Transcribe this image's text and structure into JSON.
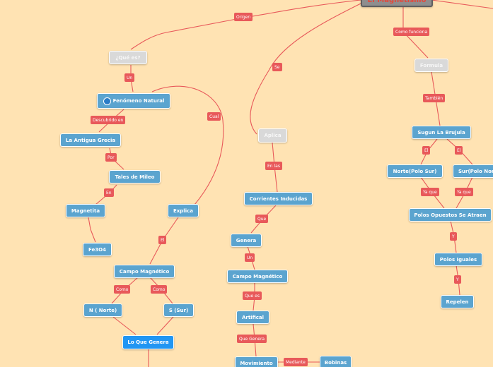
{
  "root": "El Magnetismo",
  "nodes": {
    "que_es": "¿Qué es?",
    "fenomeno": "Fenómeno Natural",
    "antigua_grecia": "La Antigua Grecia",
    "tales": "Tales de Mileo",
    "magnetita": "Magnetita",
    "fe3o4": "Fe3O4",
    "explica": "Explica",
    "campo_magnetico": "Campo Magnético",
    "n_norte": "N ( Norte)",
    "s_sur": "S (Sur)",
    "lo_que_genera": "Lo Que Genera",
    "aplica": "Aplica",
    "corrientes": "Corrientes Inducidas",
    "genera": "Genera",
    "campo_magnetico_2": "Campo Magnético",
    "artifical": "Artifical",
    "movimiento": "Movimiento",
    "bobinas": "Bobinas",
    "formula": "Formula",
    "segun": "Sugun La Brujula",
    "norte_polo": "Norte(Polo Sur)",
    "sur_polo": "Sur(Polo Norte)",
    "polos_opuestos": "Polos Opuestos Se Atraen",
    "polos_iguales": "Polos Iguales",
    "repelen": "Repelen"
  },
  "labels": {
    "origen": "Origen",
    "un": "Un",
    "descubrido": "Descubrido en",
    "por": "Por",
    "en": "En",
    "cual": "Cual",
    "el": "El",
    "como1": "Como",
    "como2": "Como",
    "se": "Se",
    "en_las": "En las",
    "que": "Que",
    "un2": "Un",
    "que_es2": "Que es",
    "que_genera": "Que Genera",
    "mediante": "Mediante",
    "como_funciona": "Como funciona",
    "tambien": "También",
    "el1": "El",
    "el2": "El",
    "ya_que1": "Ya que",
    "ya_que2": "Ya que",
    "y1": "Y",
    "y2": "Y"
  },
  "colors": {
    "background": "#ffe3b3",
    "node": "#5ba4cf",
    "label": "#e8595a",
    "line": "#e8595a",
    "gray_node": "#d9d9d9",
    "root": "#8e8e8e",
    "highlight": "#2196f3"
  },
  "icons": {
    "fenomeno": "globe-icon"
  }
}
